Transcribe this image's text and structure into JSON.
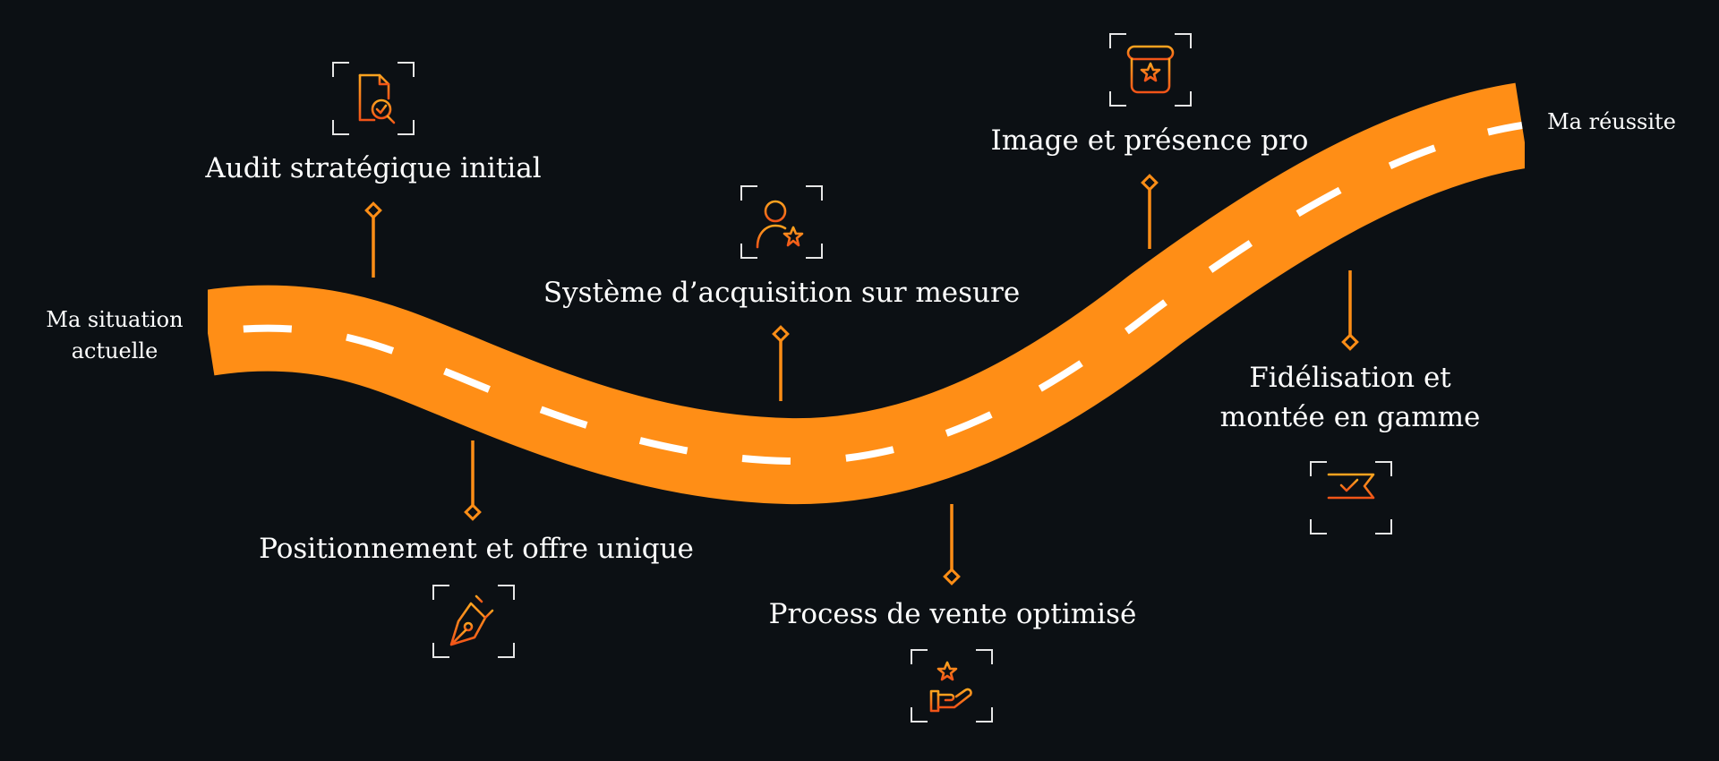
{
  "start_label": "Ma situation actuelle",
  "end_label": "Ma réussite",
  "colors": {
    "background": "#0c1014",
    "road": "#ff8e16",
    "lane": "#ffffff",
    "icon_orange": "#ffa41f",
    "icon_red": "#f25418",
    "bracket": "#e6e6e6"
  },
  "steps": [
    {
      "label": "Audit stratégique initial",
      "icon": "document-search-icon"
    },
    {
      "label": "Positionnement et offre unique",
      "icon": "pen-nib-icon"
    },
    {
      "label": "Système d’acquisition sur mesure",
      "icon": "user-star-icon"
    },
    {
      "label": "Process de vente optimisé",
      "icon": "hand-star-icon"
    },
    {
      "label": "Image et présence pro",
      "icon": "star-box-icon"
    },
    {
      "label": "Fidélisation et montée en gamme",
      "icon": "flag-check-icon"
    }
  ]
}
